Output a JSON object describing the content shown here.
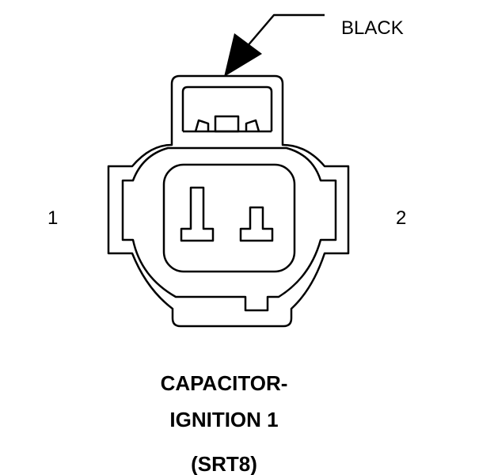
{
  "callout": {
    "label": "BLACK"
  },
  "pins": {
    "pin1": "1",
    "pin2": "2"
  },
  "caption": {
    "line1": "CAPACITOR-",
    "line2": "IGNITION 1",
    "line3": "(SRT8)"
  }
}
